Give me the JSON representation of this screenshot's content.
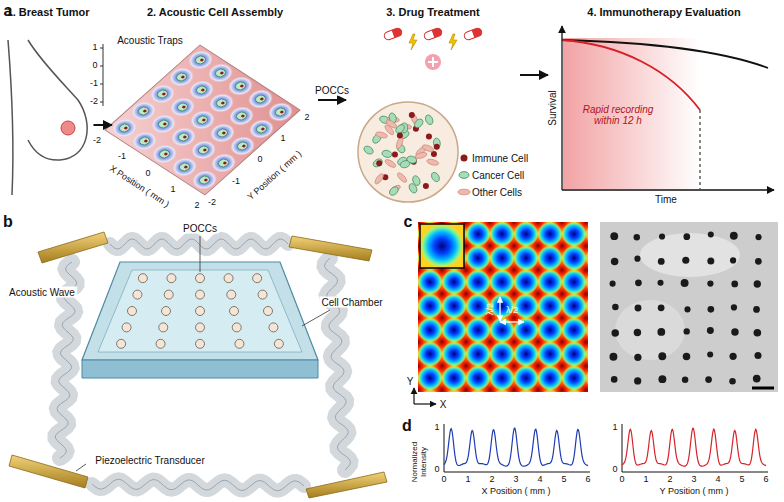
{
  "diagram": {
    "nodes": [
      {
        "text": [
          "1. Breast Tumor"
        ]
      },
      {
        "text": [
          "2. Acoustic Cell Assembly"
        ]
      },
      {
        "text": [
          "3. Drug Treatment"
        ]
      },
      {
        "text": [
          "4. Immunotherapy Evaluation"
        ]
      }
    ],
    "edges": [
      {
        "from": 0,
        "to": 1,
        "arrow": "to"
      },
      {
        "from": 1,
        "to": 2,
        "label": "POCCs",
        "arrow": "to"
      },
      {
        "from": 2,
        "to": 3,
        "arrow": "to"
      }
    ],
    "labels": [
      "a",
      "Acoustic Traps",
      "1",
      "0",
      "-1",
      "-2",
      "-2",
      "-1",
      "0",
      "1",
      "2",
      "X Position ( mm )",
      "-2",
      "-1",
      "0",
      "1",
      "2",
      "Y Position ( mm )",
      "Survival",
      "Time",
      "Rapid recording within 12 h",
      "b",
      "POCCs",
      "Acoustic Wave",
      "Cell Chamber",
      "Piezoelectric Transducer",
      "c",
      "λ/2",
      "λ/2",
      "Y",
      "X",
      "d",
      "Normalized Intensity",
      "1",
      "0",
      "0",
      "1",
      "2",
      "3",
      "4",
      "5",
      "6",
      "X Position ( mm )",
      "1",
      "0",
      "0",
      "1",
      "2",
      "3",
      "4",
      "5",
      "6",
      "Y Position ( mm )"
    ],
    "legend": [
      {
        "text": "Immune Cell"
      },
      {
        "text": "Cancer Cell"
      },
      {
        "text": "Other Cells"
      }
    ]
  }
}
